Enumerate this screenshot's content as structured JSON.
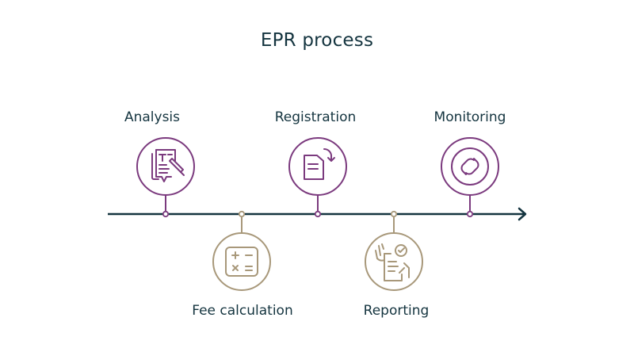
{
  "title": "EPR process",
  "colors": {
    "axis": "#14343f",
    "above": "#7b3a7e",
    "below": "#a8987a",
    "text": "#14343f"
  },
  "steps": [
    {
      "label": "Analysis",
      "position": "above",
      "icon": "document-edit-icon"
    },
    {
      "label": "Fee calculation",
      "position": "below",
      "icon": "calculator-icon"
    },
    {
      "label": "Registration",
      "position": "above",
      "icon": "document-arrow-icon"
    },
    {
      "label": "Reporting",
      "position": "below",
      "icon": "report-check-icon"
    },
    {
      "label": "Monitoring",
      "position": "above",
      "icon": "link-cycle-icon"
    }
  ]
}
